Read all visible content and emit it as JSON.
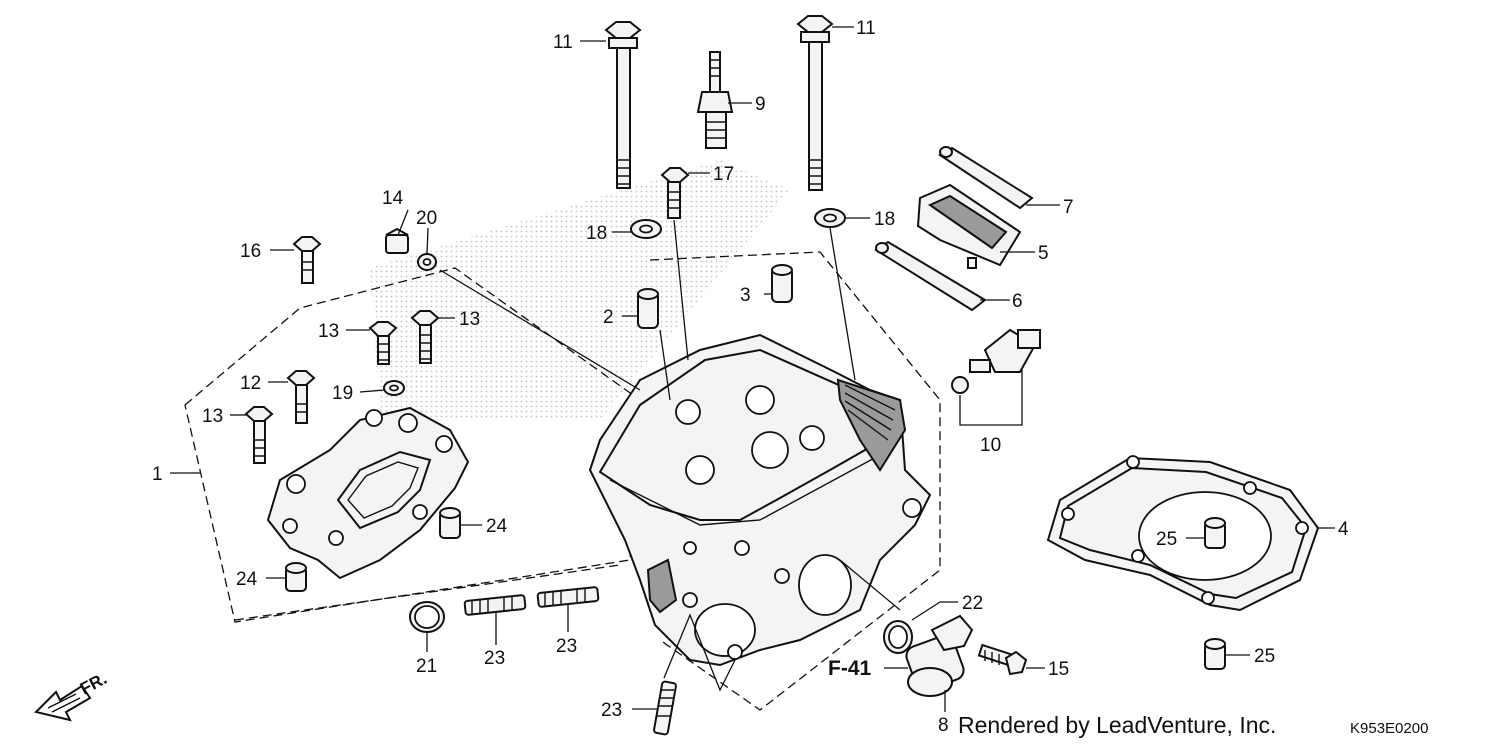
{
  "diagram": {
    "callouts": {
      "c1": "1",
      "c2": "2",
      "c3": "3",
      "c4": "4",
      "c5": "5",
      "c6": "6",
      "c7": "7",
      "c8": "8",
      "c9": "9",
      "c10": "10",
      "c11a": "11",
      "c11b": "11",
      "c12": "12",
      "c13a": "13",
      "c13b": "13",
      "c13c": "13",
      "c14": "14",
      "c15": "15",
      "c16": "16",
      "c17": "17",
      "c18a": "18",
      "c18b": "18",
      "c19": "19",
      "c20": "20",
      "c21": "21",
      "c22": "22",
      "c23a": "23",
      "c23b": "23",
      "c23c": "23",
      "c24a": "24",
      "c24b": "24",
      "c25a": "25",
      "c25b": "25"
    },
    "reference_label": "F-41",
    "front_marker": "FR.",
    "credit": "Rendered by LeadVenture, Inc.",
    "diagram_code": "K953E0200"
  }
}
